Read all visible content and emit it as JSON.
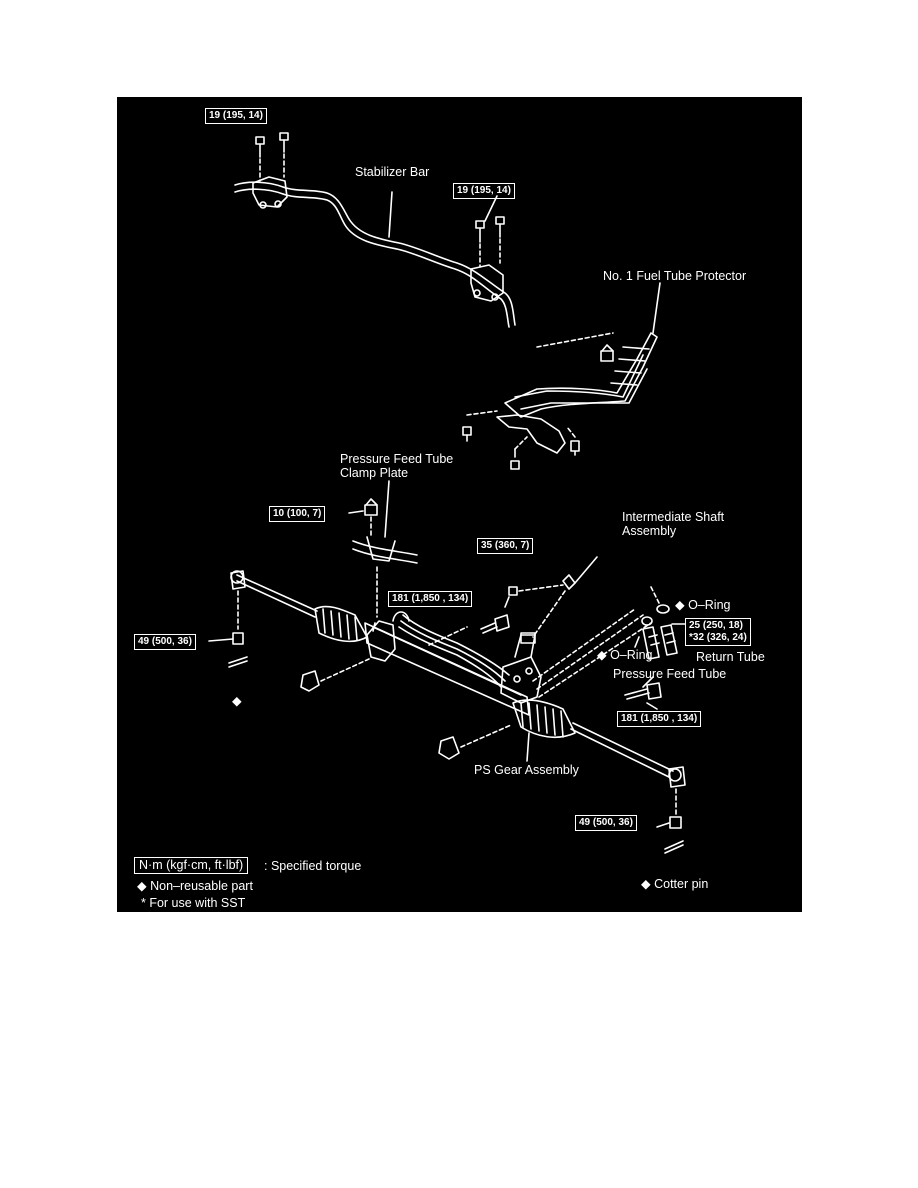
{
  "colors": {
    "background": "#000000",
    "ink": "#ffffff",
    "page": "#ffffff"
  },
  "torque_specs": {
    "stabilizer_left": "19 (195, 14)",
    "stabilizer_right": "19 (195, 14)",
    "clamp_plate_nut": "10 (100, 7)",
    "intermediate_shaft_bolt": "35 (360, 7)",
    "bracket_bolt_left": "181 (1,850 , 134)",
    "bracket_bolt_right": "181 (1,850 , 134)",
    "tie_rod_nut_left": "49 (500, 36)",
    "tie_rod_nut_right": "49 (500, 36)",
    "return_tube_line1": "25 (250, 18)",
    "return_tube_line2": "*32 (326, 24)"
  },
  "labels": {
    "stabilizer_bar": "Stabilizer Bar",
    "fuel_tube_protector": "No. 1 Fuel Tube Protector",
    "clamp_plate": "Pressure Feed Tube\nClamp Plate",
    "intermediate_shaft": "Intermediate Shaft\nAssembly",
    "o_ring_top": "◆ O–Ring",
    "o_ring_bottom": "◆ O–Ring",
    "return_tube": "Return Tube",
    "pressure_feed_tube": "Pressure Feed Tube",
    "ps_gear_assembly": "PS Gear Assembly",
    "non_reusable_marker": "◆",
    "cotter_pin": "◆ Cotter pin"
  },
  "legend": {
    "unit_box": "N·m (kgf·cm, ft·lbf)",
    "unit_desc": ": Specified torque",
    "non_reusable": "◆ Non–reusable part",
    "sst_note": "*  For use with SST"
  }
}
